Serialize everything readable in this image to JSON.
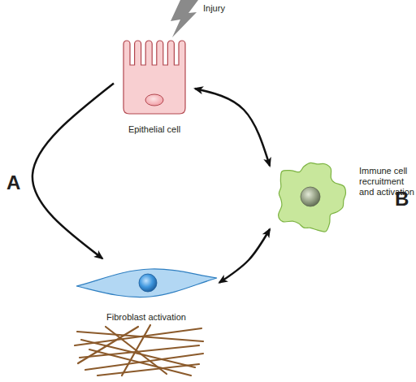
{
  "diagram": {
    "nodes": [
      {
        "text": [
          "Epithelial cell"
        ]
      },
      {
        "text": [
          "Immune cell recruitment and activation"
        ]
      },
      {
        "text": [
          "Fibroblast activation"
        ]
      }
    ],
    "edges": [
      {
        "from": 0,
        "to": 2,
        "arrow": "to"
      },
      {
        "from": 0,
        "to": 1,
        "arrow": "both"
      },
      {
        "from": 1,
        "to": 2,
        "arrow": "both"
      }
    ],
    "labels": [
      "Injury",
      "A",
      "B"
    ]
  }
}
